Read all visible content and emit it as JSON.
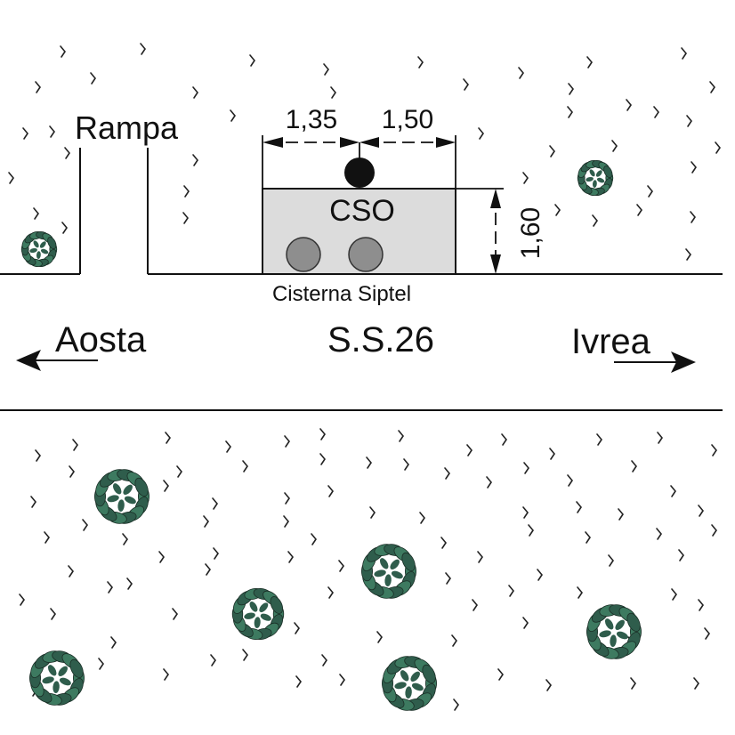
{
  "labels": {
    "rampa": "Rampa",
    "cso": "CSO",
    "cisterna": "Cisterna Siptel",
    "aosta": "Aosta",
    "road": "S.S.26",
    "ivrea": "Ivrea"
  },
  "dimensions": {
    "left_width": "1,35",
    "right_width": "1,50",
    "height": "1,60"
  },
  "colors": {
    "line": "#111111",
    "cso_fill": "#dcdcdc",
    "cylinder_fill": "#8e8e8e",
    "cable_dot": "#111111",
    "shrub_dark": "#2f5d4c",
    "shrub_mid": "#3d7a60"
  },
  "icons": {
    "grass": "grass-tick-icon",
    "shrub": "shrub-icon",
    "arrow_left": "arrow-left-icon",
    "arrow_right": "arrow-right-icon"
  }
}
